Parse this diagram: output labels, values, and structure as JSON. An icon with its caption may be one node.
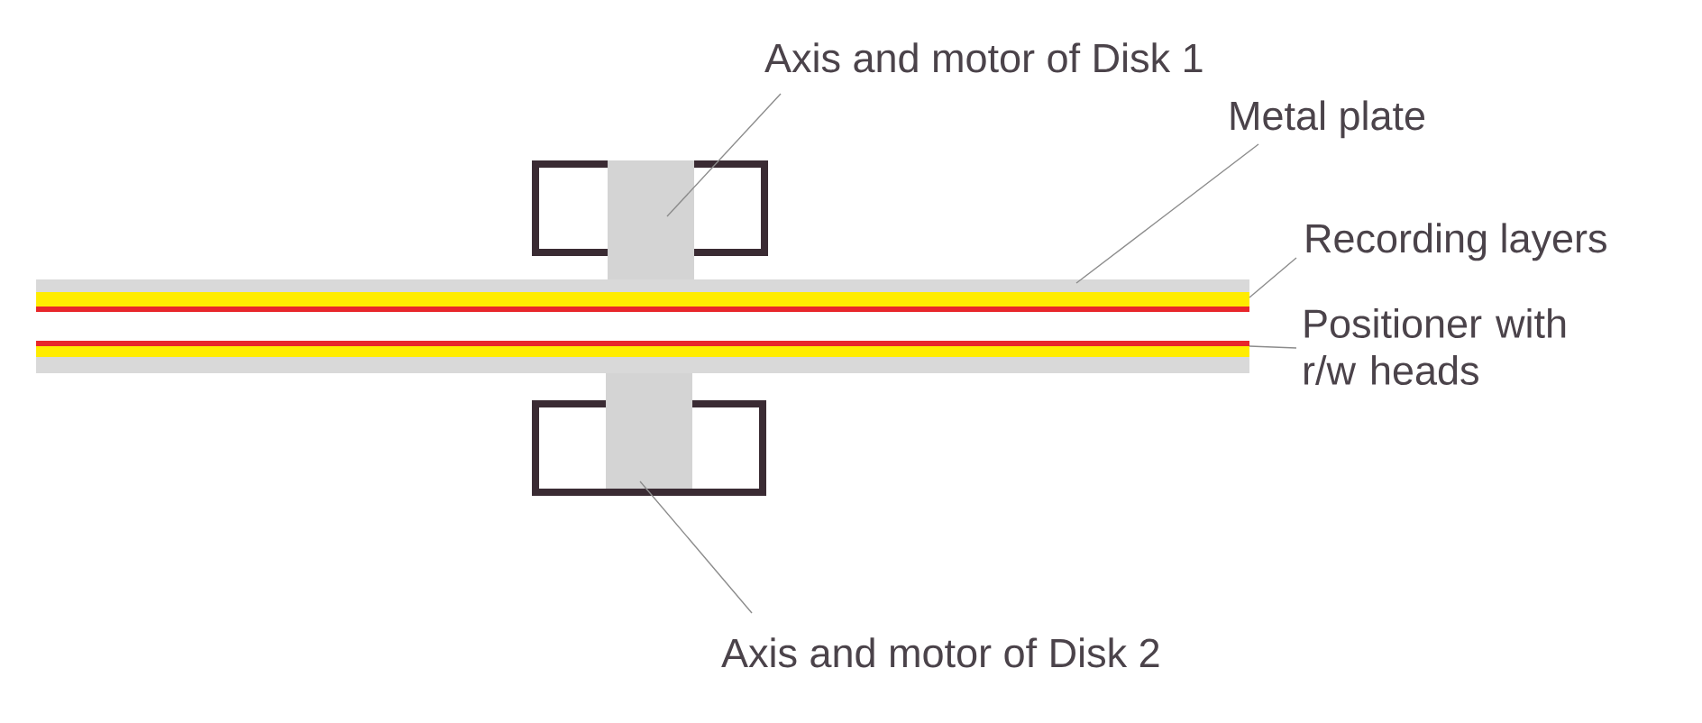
{
  "diagram": {
    "nodes": [
      {
        "text": [
          "Axis and motor of Disk 1"
        ]
      },
      {
        "text": [
          "Metal plate"
        ]
      },
      {
        "text": [
          "Recording layers"
        ]
      },
      {
        "text": [
          "Positioner with r/w heads"
        ]
      },
      {
        "text": [
          "Axis and motor of Disk 2"
        ]
      },
      {
        "text": [],
        "shape": "box"
      },
      {
        "text": [],
        "shape": "bar"
      },
      {
        "text": [],
        "shape": "bar"
      },
      {
        "text": [],
        "shape": "bar"
      },
      {
        "text": [],
        "shape": "box"
      },
      {
        "text": [],
        "shape": "bar"
      }
    ],
    "edges": [
      {
        "from": 0,
        "to": 5,
        "arrow": "none"
      },
      {
        "from": 1,
        "to": 6,
        "arrow": "none"
      },
      {
        "from": 2,
        "to": 7,
        "arrow": "none"
      },
      {
        "from": 3,
        "to": 8,
        "arrow": "none"
      },
      {
        "from": 4,
        "to": 9,
        "arrow": "none"
      }
    ]
  }
}
